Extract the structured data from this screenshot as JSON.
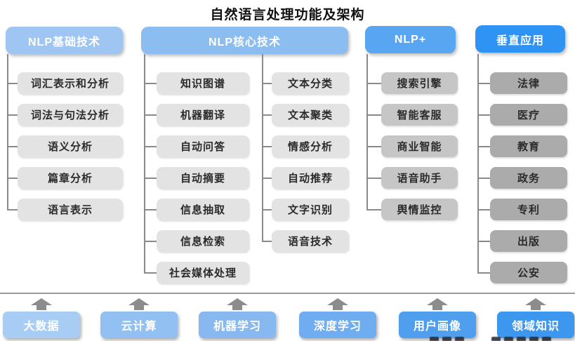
{
  "title": "自然语言处理功能及架构",
  "tree": {
    "basic": {
      "header": "NLP基础技术",
      "items": [
        "词汇表示和分析",
        "词法与句法分析",
        "语义分析",
        "篇章分析",
        "语言表示"
      ]
    },
    "core": {
      "header": "NLP核心技术",
      "left_items": [
        "知识图谱",
        "机器翻译",
        "自动问答",
        "自动摘要",
        "信息抽取",
        "信息检索",
        "社会媒体处理"
      ],
      "right_items": [
        "文本分类",
        "文本聚类",
        "情感分析",
        "自动推荐",
        "文字识别",
        "语音技术"
      ]
    },
    "nlp_plus": {
      "header": "NLP+",
      "items": [
        "搜索引擎",
        "智能客服",
        "商业智能",
        "语音助手",
        "舆情监控"
      ]
    },
    "vertical": {
      "header": "垂直应用",
      "items": [
        "法律",
        "医疗",
        "教育",
        "政务",
        "专利",
        "出版",
        "公安"
      ]
    }
  },
  "foundation": {
    "items": [
      "大数据",
      "云计算",
      "机器学习",
      "深度学习",
      "用户画像",
      "领域知识"
    ]
  },
  "colors": {
    "header_basic": "#9fc6f3",
    "header_core": "#8cbdf0",
    "header_nlp_plus": "#58a6f2",
    "header_vertical": "#2e93f2",
    "item_gray_light": "#e3e3e3",
    "item_gray_medium": "#c6c6c6",
    "item_gray_dark": "#ababab",
    "foundation_boxes": [
      "#a8cdf4",
      "#93c0f2",
      "#87b9f0",
      "#6fadf0",
      "#4f9fee",
      "#3d97ee"
    ],
    "connector": "#8a8a8a",
    "arrow": "#8c8c8c",
    "title_text": "#111111",
    "header_text": "#ffffff",
    "item_text": "#2b2b2b"
  }
}
